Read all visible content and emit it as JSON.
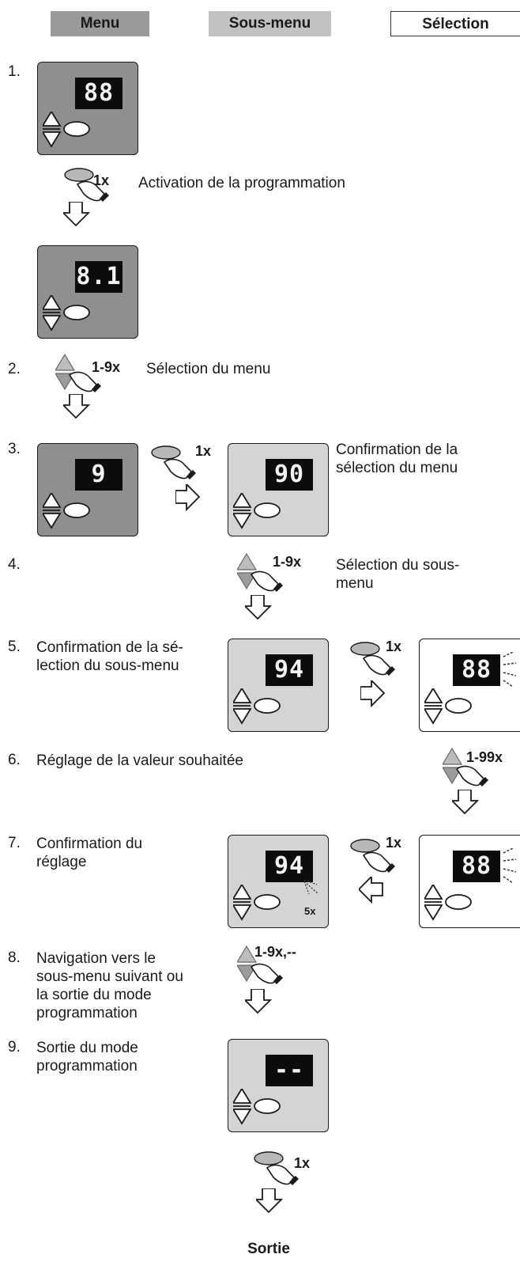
{
  "header": {
    "menu": "Menu",
    "sous_menu": "Sous-menu",
    "selection": "Sélection"
  },
  "steps": {
    "s1": {
      "num": "1.",
      "display_a": "88",
      "action_count": "1x",
      "action_text": "Activation de la programmation",
      "display_b": "8.1"
    },
    "s2": {
      "num": "2.",
      "count": "1-9x",
      "text": "Sélection du menu"
    },
    "s3": {
      "num": "3.",
      "display_menu": "9",
      "count": "1x",
      "display_sub": "90",
      "text": "Confirmation de la\nsélection du menu"
    },
    "s4": {
      "num": "4.",
      "count": "1-9x",
      "text": "Sélection du sous-\nmenu"
    },
    "s5": {
      "num": "5.",
      "text": "Confirmation de la sé-\nlection du sous-menu",
      "display_sub": "94",
      "count": "1x",
      "display_sel": "88"
    },
    "s6": {
      "num": "6.",
      "text": "Réglage de la valeur souhaitée",
      "count": "1-99x"
    },
    "s7": {
      "num": "7.",
      "text": "Confirmation du\nréglage",
      "display_sub": "94",
      "blink": "5x",
      "count": "1x",
      "display_sel": "88"
    },
    "s8": {
      "num": "8.",
      "text": "Navigation vers le\nsous-menu suivant ou\nla sortie du mode\nprogrammation",
      "count": "1-9x,--"
    },
    "s9": {
      "num": "9.",
      "text": "Sortie du mode\nprogrammation",
      "display": "--",
      "count": "1x",
      "exit": "Sortie"
    }
  },
  "colors": {
    "menu_bg": "#9a9a9a",
    "sous_menu_bg": "#c2c2c2",
    "selection_bg": "#ffffff",
    "display_bg": "#0c0c0c"
  }
}
